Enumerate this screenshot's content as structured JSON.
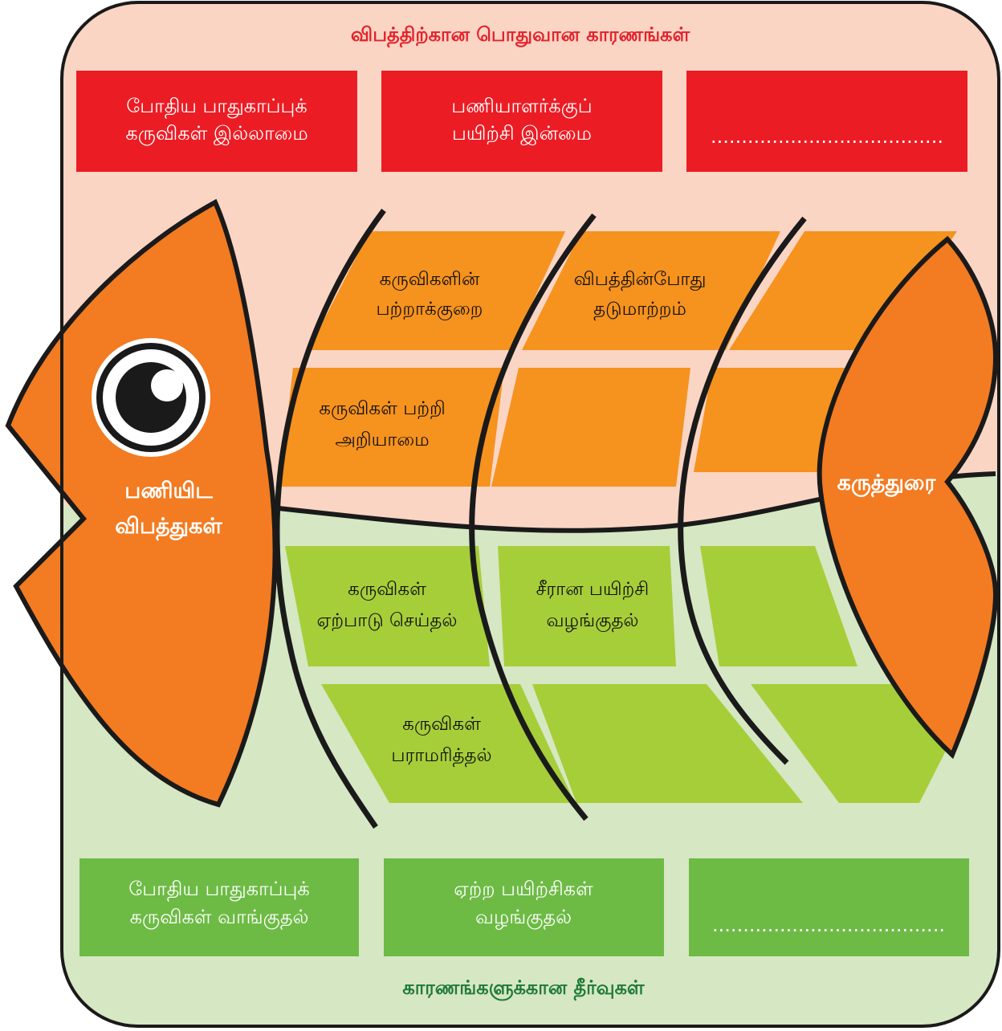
{
  "diagram": {
    "top_heading": "விபத்திற்கான பொதுவான காரணங்கள்",
    "bottom_heading": "காரணங்களுக்கான தீர்வுகள்",
    "head_label": [
      "பணியிட",
      "விபத்துகள்"
    ],
    "tail_label": "கருத்துரை",
    "cause_boxes": [
      [
        "போதிய பாதுகாப்புக்",
        "கருவிகள் இல்லாமை"
      ],
      [
        "பணியாளர்க்குப்",
        "பயிற்சி இன்மை"
      ],
      [
        "......................................"
      ]
    ],
    "solution_boxes": [
      [
        "போதிய பாதுகாப்புக்",
        "கருவிகள் வாங்குதல்"
      ],
      [
        "ஏற்ற பயிற்சிகள்",
        "வழங்குதல்"
      ],
      [
        "......................................"
      ]
    ],
    "upper_cells": [
      [
        "கருவிகளின்",
        "பற்றாக்குறை"
      ],
      [
        "விபத்தின்போது",
        "தடுமாற்றம்"
      ],
      [
        "கருவிகள் பற்றி",
        "அறியாமை"
      ]
    ],
    "lower_cells": [
      [
        "கருவிகள்",
        "ஏற்பாடு செய்தல்"
      ],
      [
        "சீரான பயிற்சி",
        "வழங்குதல்"
      ],
      [
        "கருவிகள்",
        "பராமரித்தல்"
      ]
    ]
  },
  "colors": {
    "top_bg": "#fbd5c4",
    "bottom_bg": "#d6e7c3",
    "cause_box": "#ec1c24",
    "solution_box": "#6dbb45",
    "upper_cell": "#f6921e",
    "lower_cell": "#a6ce39",
    "fish_orange": "#f37b21",
    "outline": "#1a1a1a"
  }
}
